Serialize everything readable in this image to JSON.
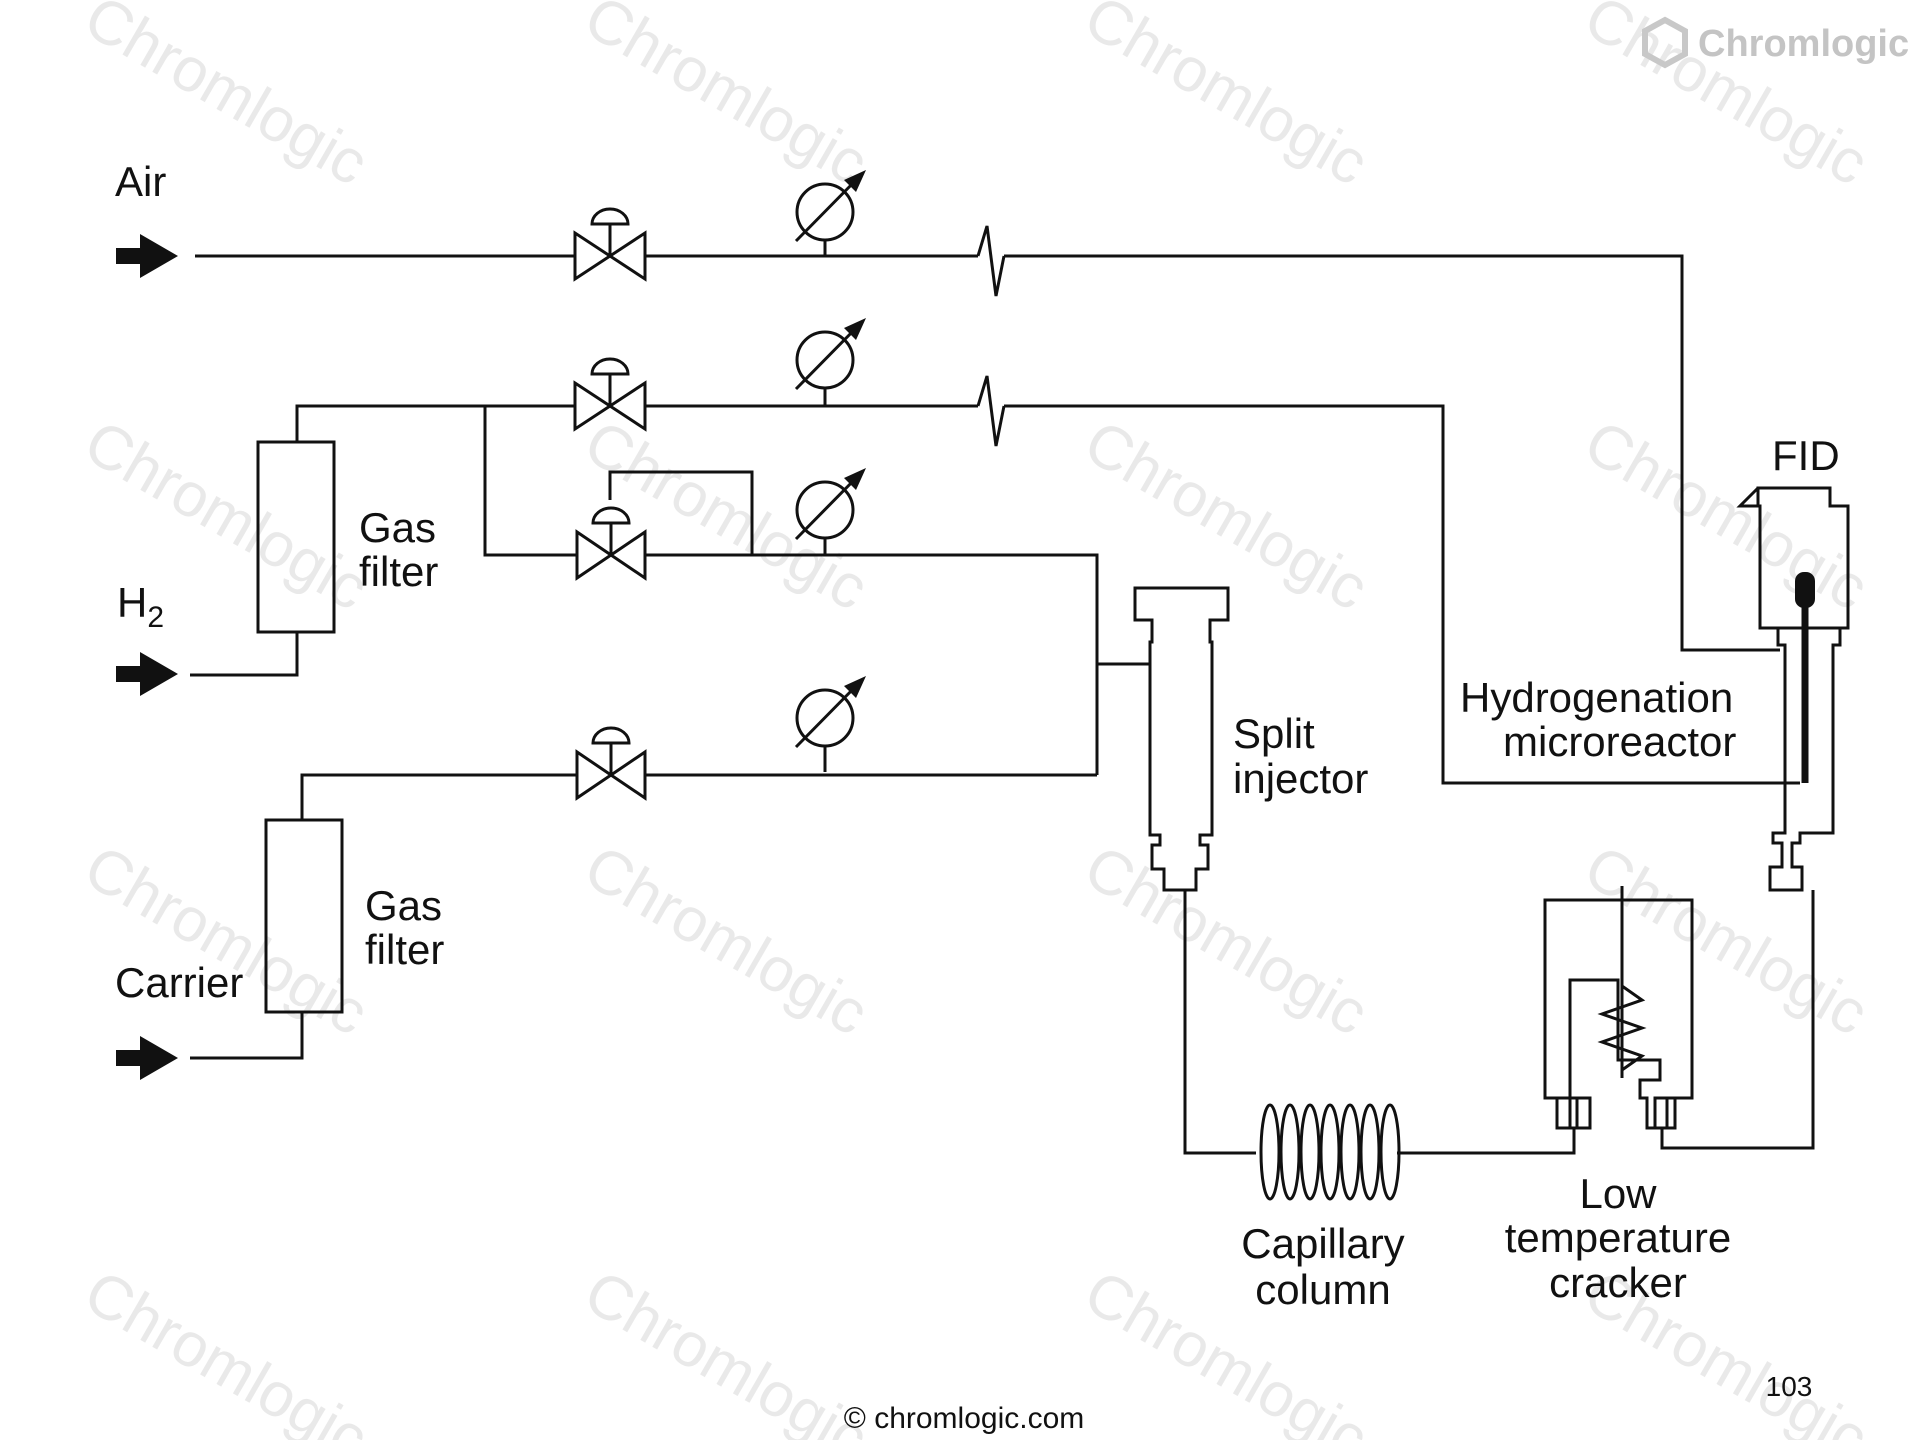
{
  "watermark": {
    "text": "Chromlogic"
  },
  "logo": {
    "text": "Chromlogic"
  },
  "labels": {
    "air": "Air",
    "h2_main": "H",
    "h2_sub": "2",
    "carrier": "Carrier",
    "gas_filter_upper_line1": "Gas",
    "gas_filter_upper_line2": "filter",
    "gas_filter_lower_line1": "Gas",
    "gas_filter_lower_line2": "filter",
    "fid": "FID",
    "hydrogenation_line1": "Hydrogenation",
    "hydrogenation_line2": "microreactor",
    "split_line1": "Split",
    "split_line2": "injector",
    "capillary_line1": "Capillary",
    "capillary_line2": "column",
    "cracker_line1": "Low",
    "cracker_line2": "temperature",
    "cracker_line3": "cracker"
  },
  "footer": {
    "copyright": "© chromlogic.com",
    "page_number": "103"
  },
  "icons": [
    "inlet-arrow-icon",
    "needle-valve-icon",
    "pressure-gauge-icon",
    "line-break-icon",
    "hexagon-logo-icon"
  ]
}
